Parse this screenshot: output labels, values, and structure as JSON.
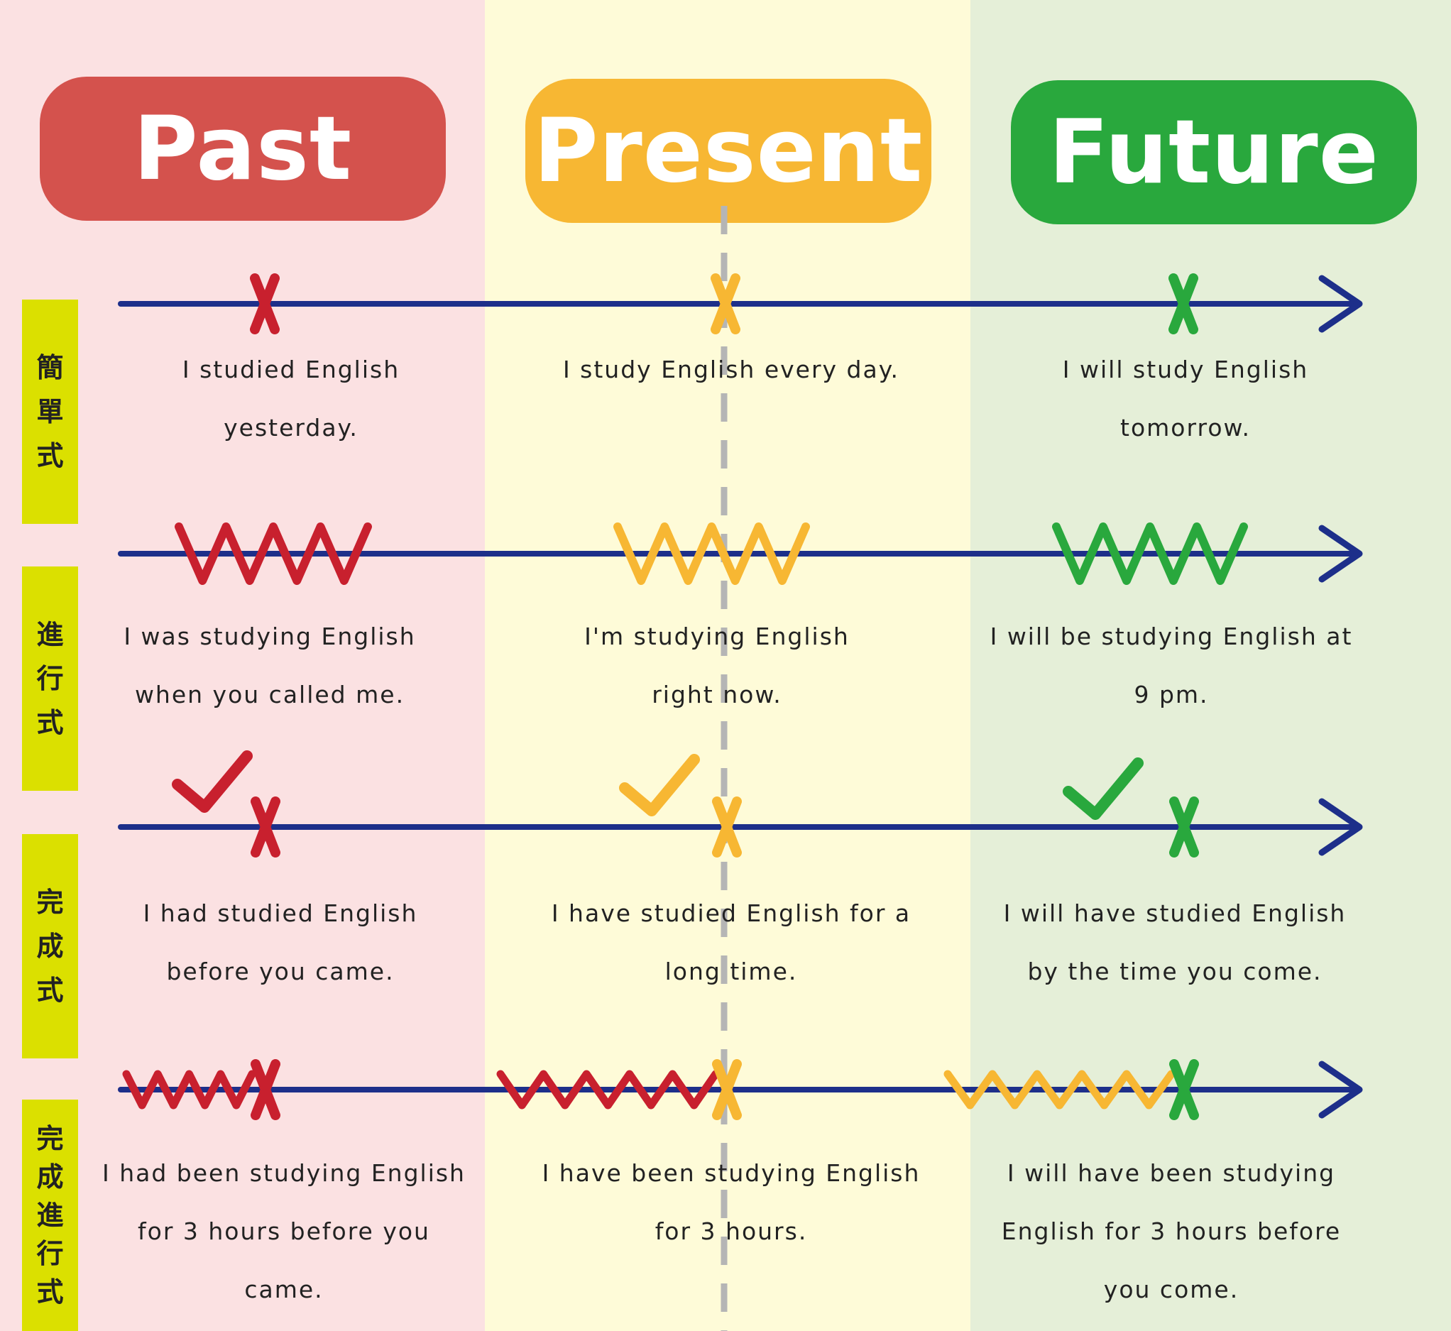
{
  "headers": {
    "past": "Past",
    "present": "Present",
    "future": "Future"
  },
  "row_labels": [
    [
      "簡",
      "單",
      "式"
    ],
    [
      "進",
      "行",
      "式"
    ],
    [
      "完",
      "成",
      "式"
    ],
    [
      "完",
      "成",
      "進",
      "行",
      "式"
    ]
  ],
  "sentences": {
    "simple": {
      "past": "I studied English yesterday.",
      "present": "I study English every day.",
      "future": "I will study English tomorrow."
    },
    "progressive": {
      "past": "I was studying English when you called me.",
      "present": "I'm studying English right now.",
      "future": "I will be studying English at 9 pm."
    },
    "perfect": {
      "past": "I had studied English before you came.",
      "present": "I have studied English for a long time.",
      "future": "I will have studied English by the time you come."
    },
    "perfect_progressive": {
      "past": "I had been studying English for 3 hours before you came.",
      "present": "I have been studying English for 3 hours.",
      "future": "I will have been studying English for 3 hours before you come."
    }
  },
  "colors": {
    "past": "#c8202e",
    "present": "#f7b733",
    "future": "#29a83d",
    "timeline": "#1d2f8a",
    "label_box": "#dbe000",
    "now_line": "#b5b5b5"
  }
}
